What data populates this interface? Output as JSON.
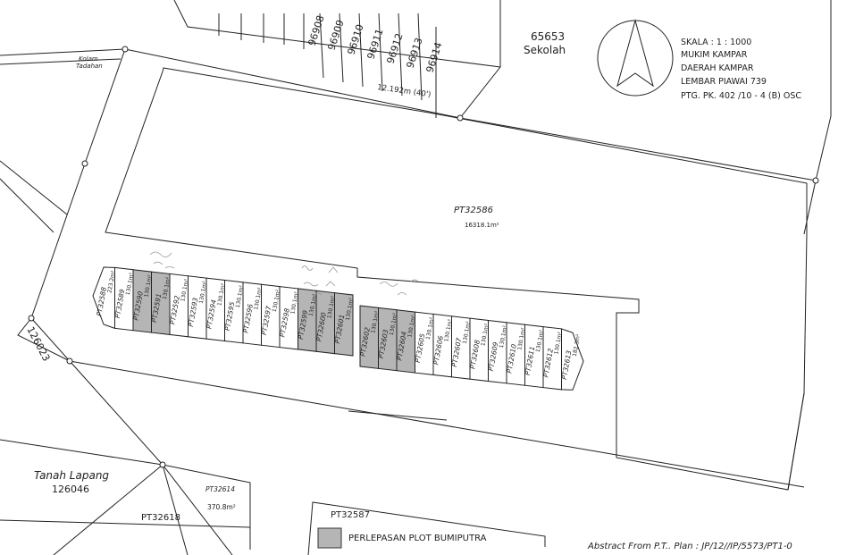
{
  "neighbour_lots": [
    "96908",
    "96909",
    "96910",
    "96911",
    "96912",
    "96913",
    "96914"
  ],
  "sekolah": {
    "number": "65653",
    "name": "Sekolah"
  },
  "scale_block": {
    "lines": [
      "SKALA : 1 : 1000",
      "MUKIM KAMPAR",
      "DAERAH KAMPAR",
      "LEMBAR PIAWAI 739",
      "PTG. PK. 402 /10 - 4 (B) OSC"
    ]
  },
  "labels": {
    "kolam": "Kolam",
    "tadahan": "Tadahan",
    "road_width": "12.192m (40')",
    "main_lot": "PT32586",
    "main_area": "16318.1m²",
    "lot_126023": "126023",
    "tanah_lapang": "Tanah Lapang",
    "tanah_lapang_no": "126046",
    "pt32614": "PT32614",
    "pt32614_area": "370.8m²",
    "pt32618": "PT32618",
    "pt32587": "PT32587"
  },
  "legend": {
    "label": "PERLEPASAN PLOT BUMIPUTRA",
    "swatch_color": "#b5b5b5"
  },
  "footer": "Abstract From P.T.. Plan : JP/12//IP/5573/PT1-0",
  "colors": {
    "line": "#222222",
    "bumiputra_fill": "#b5b5b5"
  },
  "row1": [
    {
      "id": "PT32588",
      "area": "223.2m²",
      "bumi": false
    },
    {
      "id": "PT32589",
      "area": "130.1m²",
      "bumi": false
    },
    {
      "id": "PT32590",
      "area": "130.1m²",
      "bumi": true
    },
    {
      "id": "PT32591",
      "area": "130.1m²",
      "bumi": true
    },
    {
      "id": "PT32592",
      "area": "130.1m²",
      "bumi": false
    },
    {
      "id": "PT32593",
      "area": "130.1m²",
      "bumi": false
    },
    {
      "id": "PT32594",
      "area": "130.1m²",
      "bumi": false
    },
    {
      "id": "PT32595",
      "area": "130.1m²",
      "bumi": false
    },
    {
      "id": "PT32596",
      "area": "130.1m²",
      "bumi": false
    },
    {
      "id": "PT32597",
      "area": "130.1m²",
      "bumi": false
    },
    {
      "id": "PT32598",
      "area": "130.1m²",
      "bumi": false
    },
    {
      "id": "PT32599",
      "area": "130.1m²",
      "bumi": true
    },
    {
      "id": "PT32600",
      "area": "130.1m²",
      "bumi": true
    },
    {
      "id": "PT32601",
      "area": "130.1m²",
      "bumi": true
    }
  ],
  "row2": [
    {
      "id": "PT32602",
      "area": "130.1m²",
      "bumi": true
    },
    {
      "id": "PT32603",
      "area": "130.1m²",
      "bumi": true
    },
    {
      "id": "PT32604",
      "area": "130.1m²",
      "bumi": true
    },
    {
      "id": "PT32605",
      "area": "130.1m²",
      "bumi": false
    },
    {
      "id": "PT32606",
      "area": "130.1m²",
      "bumi": false
    },
    {
      "id": "PT32607",
      "area": "130.1m²",
      "bumi": false
    },
    {
      "id": "PT32608",
      "area": "130.1m²",
      "bumi": false
    },
    {
      "id": "PT32609",
      "area": "130.1m²",
      "bumi": false
    },
    {
      "id": "PT32610",
      "area": "130.1m²",
      "bumi": false
    },
    {
      "id": "PT32611",
      "area": "130.1m²",
      "bumi": false
    },
    {
      "id": "PT32612",
      "area": "130.1m²",
      "bumi": false
    },
    {
      "id": "PT32613",
      "area": "182.3m²",
      "bumi": false
    }
  ]
}
